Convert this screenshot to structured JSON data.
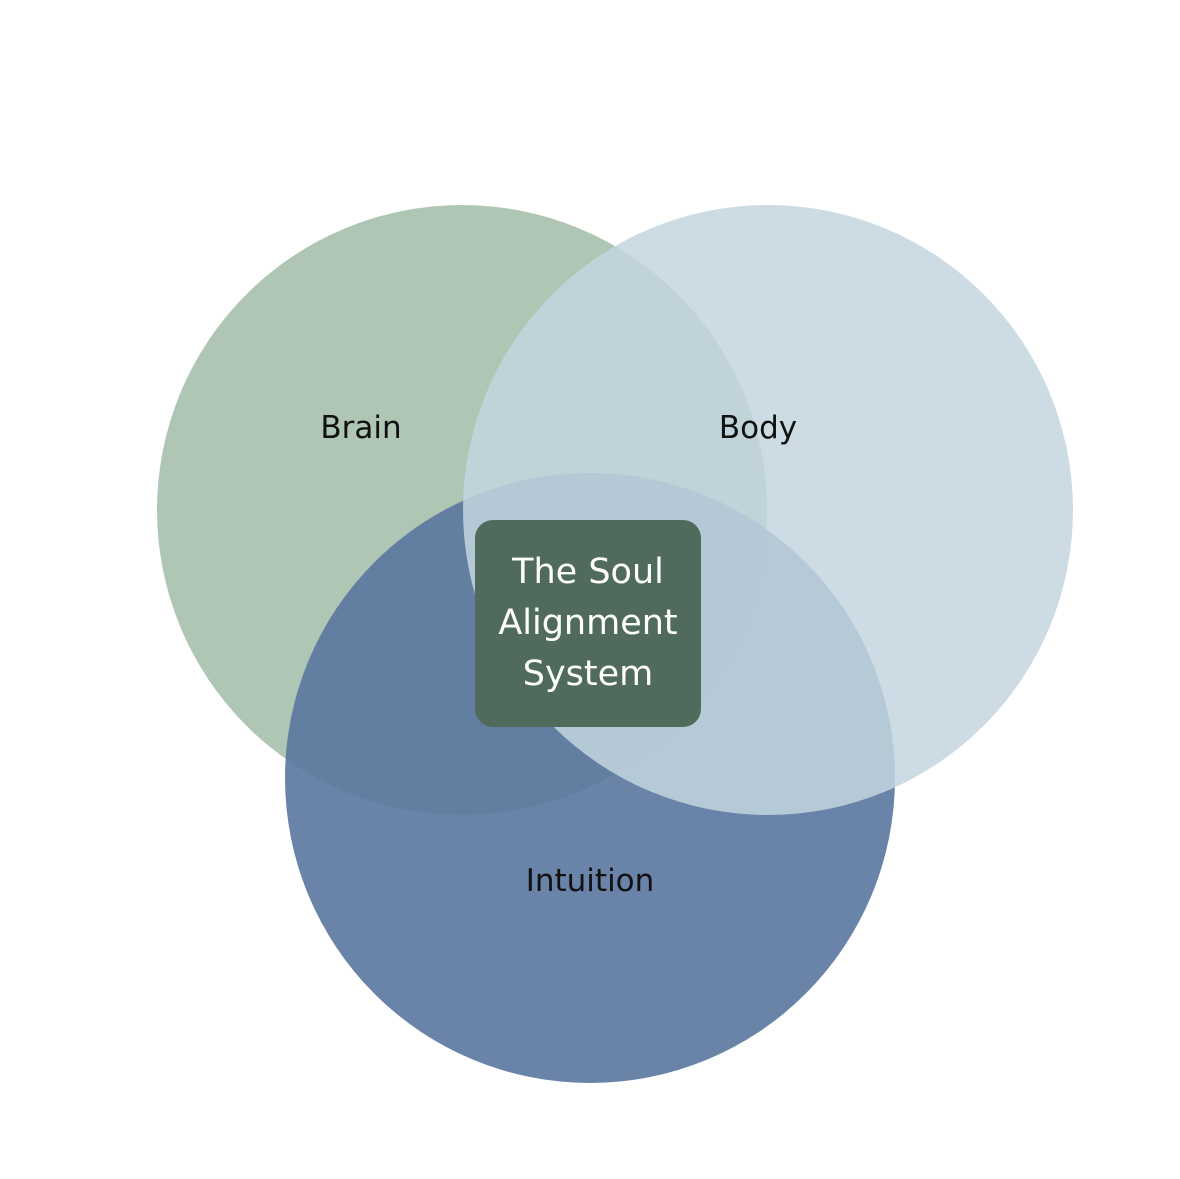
{
  "diagram": {
    "type": "venn",
    "sets": [
      {
        "name": "Brain",
        "color": "#afc6b5"
      },
      {
        "name": "Intuition",
        "color": "#6a83a8"
      },
      {
        "name": "Body",
        "color": "#c3d5df"
      }
    ],
    "center": {
      "lines": [
        "The Soul",
        "Alignment",
        "System"
      ],
      "color": "#506b5c"
    }
  }
}
